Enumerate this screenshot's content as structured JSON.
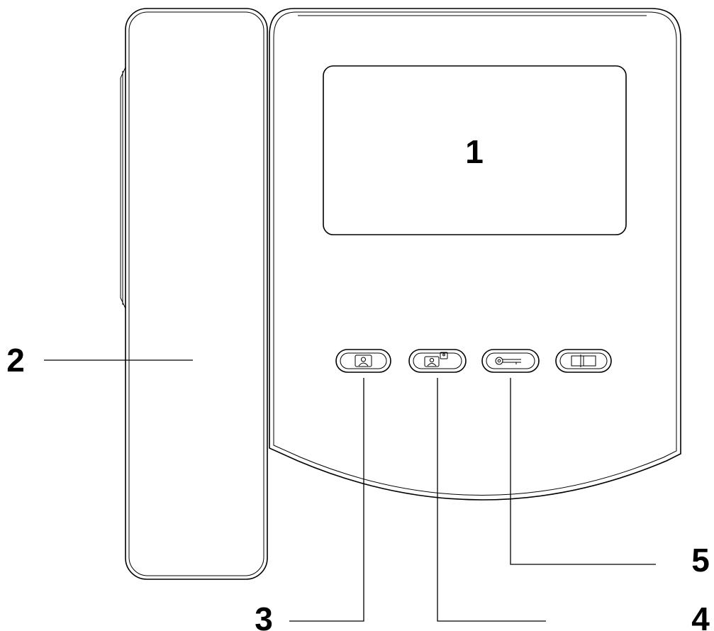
{
  "callouts": {
    "screen": "1",
    "handset": "2",
    "button_monitor": "3",
    "button_intercom": "4",
    "button_unlock": "5"
  },
  "colors": {
    "line": "#000000",
    "background": "#ffffff"
  },
  "icons": {
    "button_1": "monitor-person-icon",
    "button_2": "intercom-person-icon",
    "button_3": "key-unlock-icon",
    "button_4": "door-open-icon"
  }
}
